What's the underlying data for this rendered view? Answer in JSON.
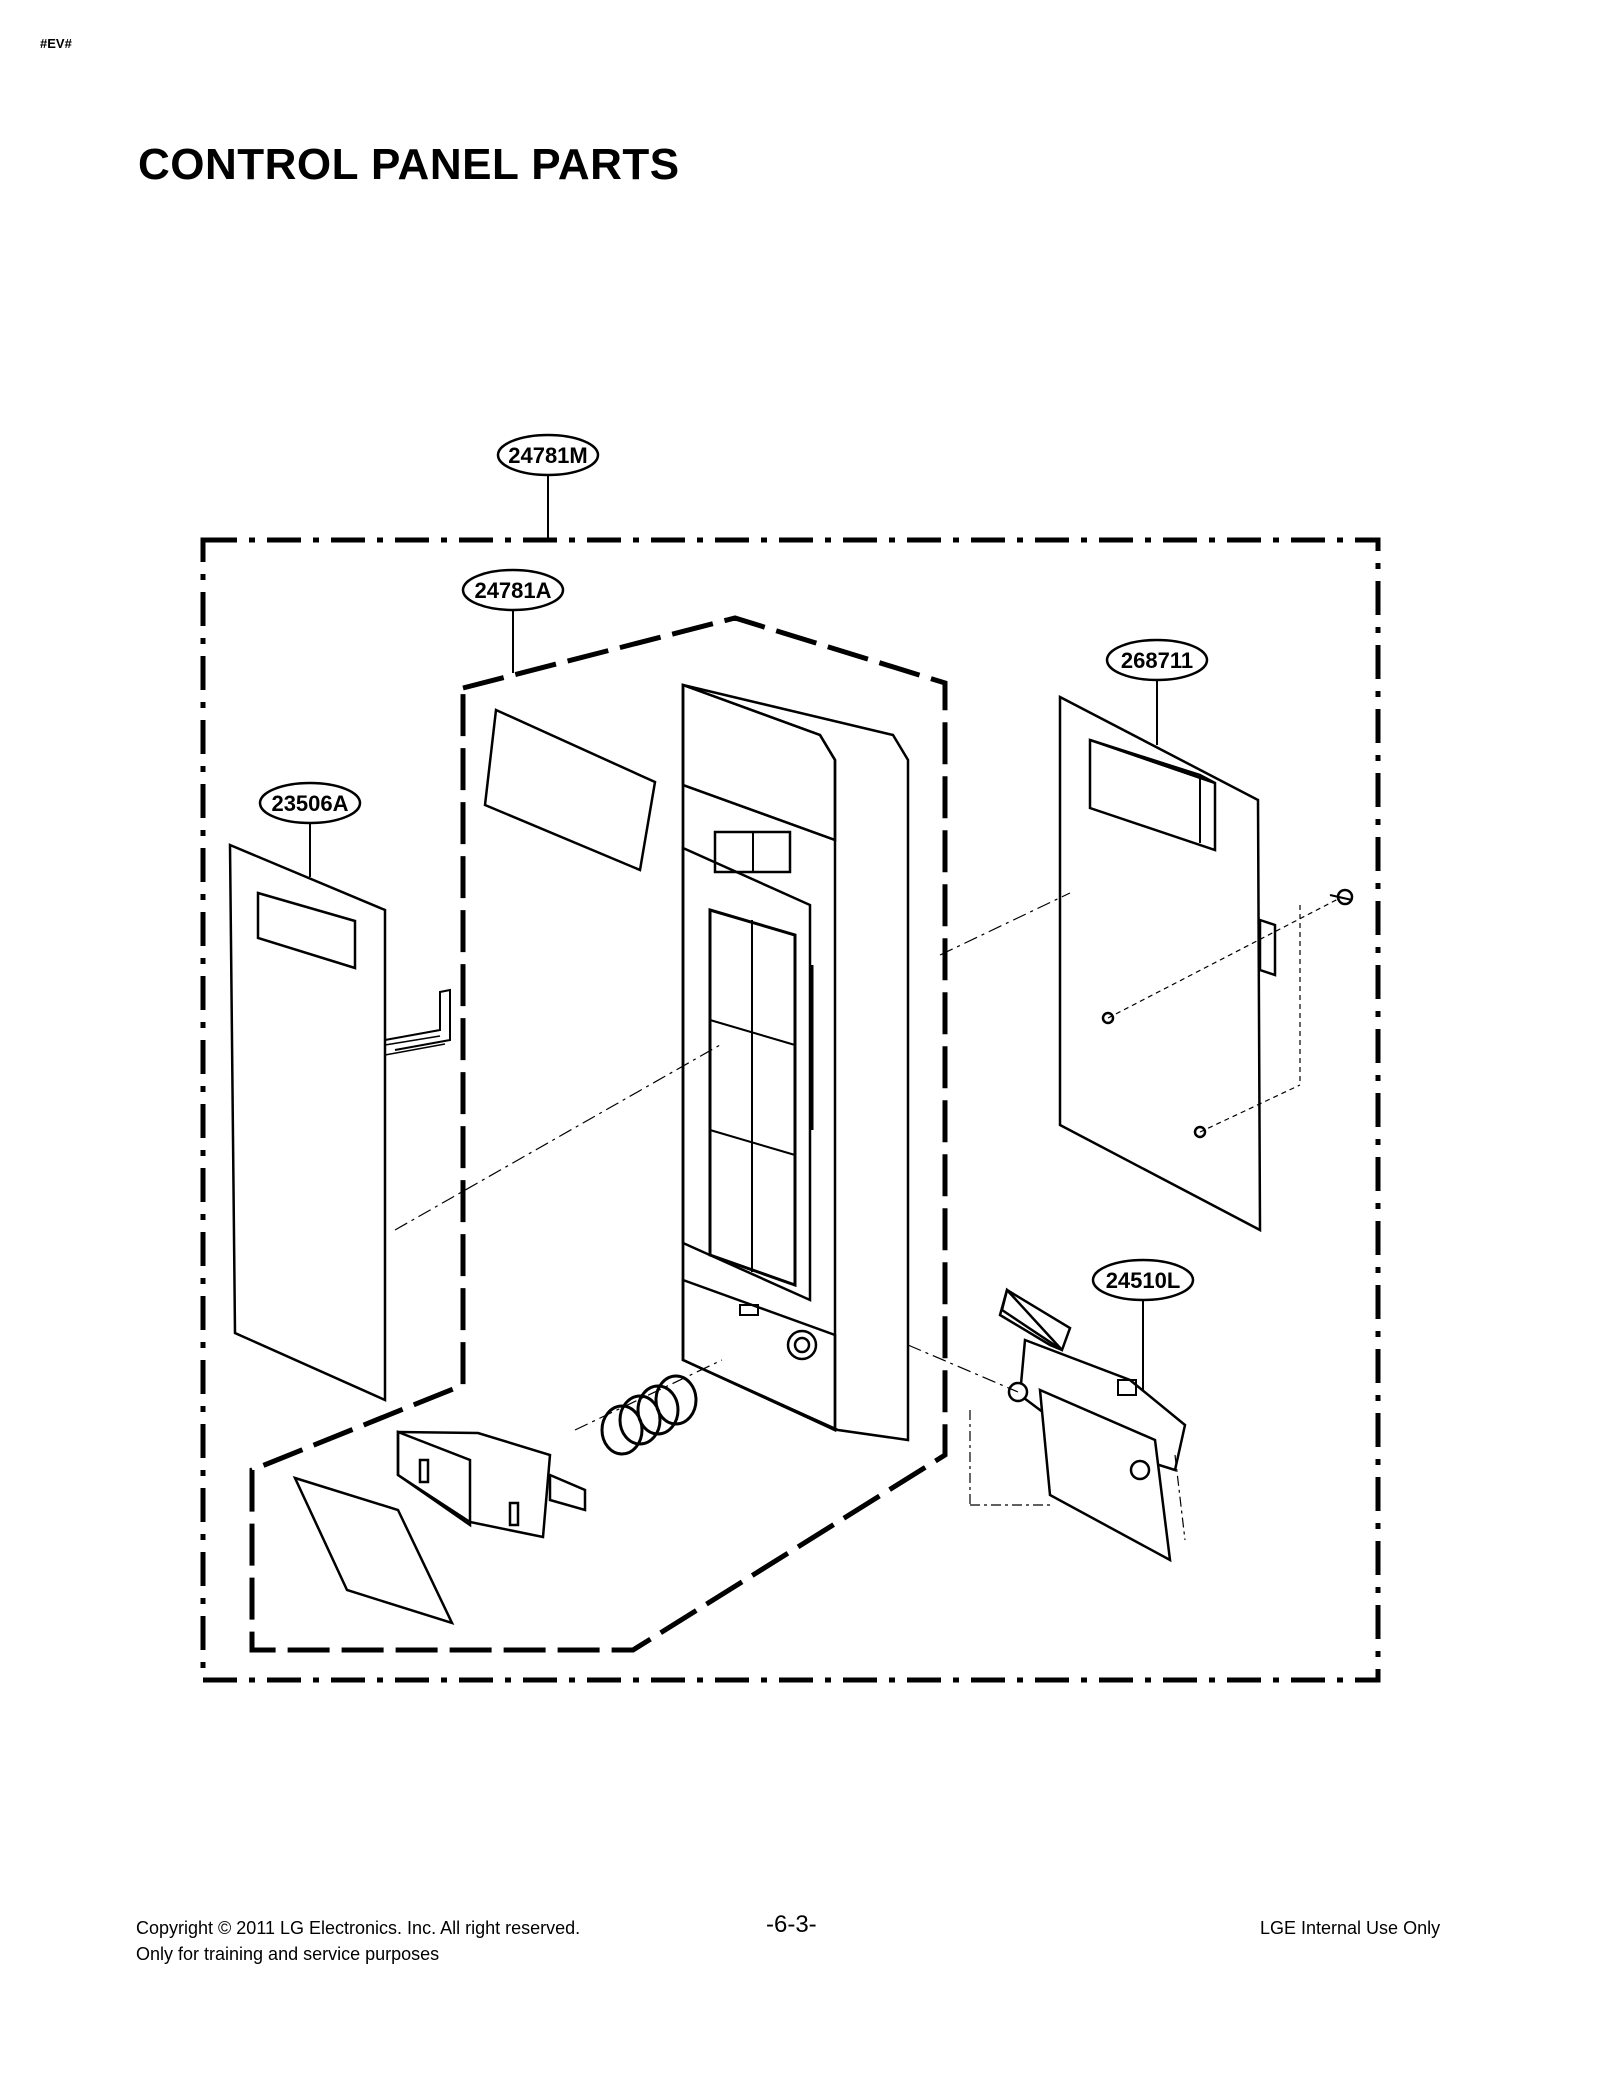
{
  "page": {
    "tag": "#EV#",
    "title": "CONTROL PANEL PARTS"
  },
  "diagram": {
    "callouts": [
      {
        "id": "assembly",
        "label": "24781M"
      },
      {
        "id": "frame",
        "label": "24781A"
      },
      {
        "id": "sheet",
        "label": "23506A"
      },
      {
        "id": "pcb",
        "label": "268711"
      },
      {
        "id": "latch",
        "label": "24510L"
      }
    ]
  },
  "footer": {
    "copyright": "Copyright © 2011 LG Electronics. Inc. All right reserved.",
    "purpose": "Only for training and service purposes",
    "page_number": "-6-3-",
    "internal": "LGE Internal Use Only"
  }
}
